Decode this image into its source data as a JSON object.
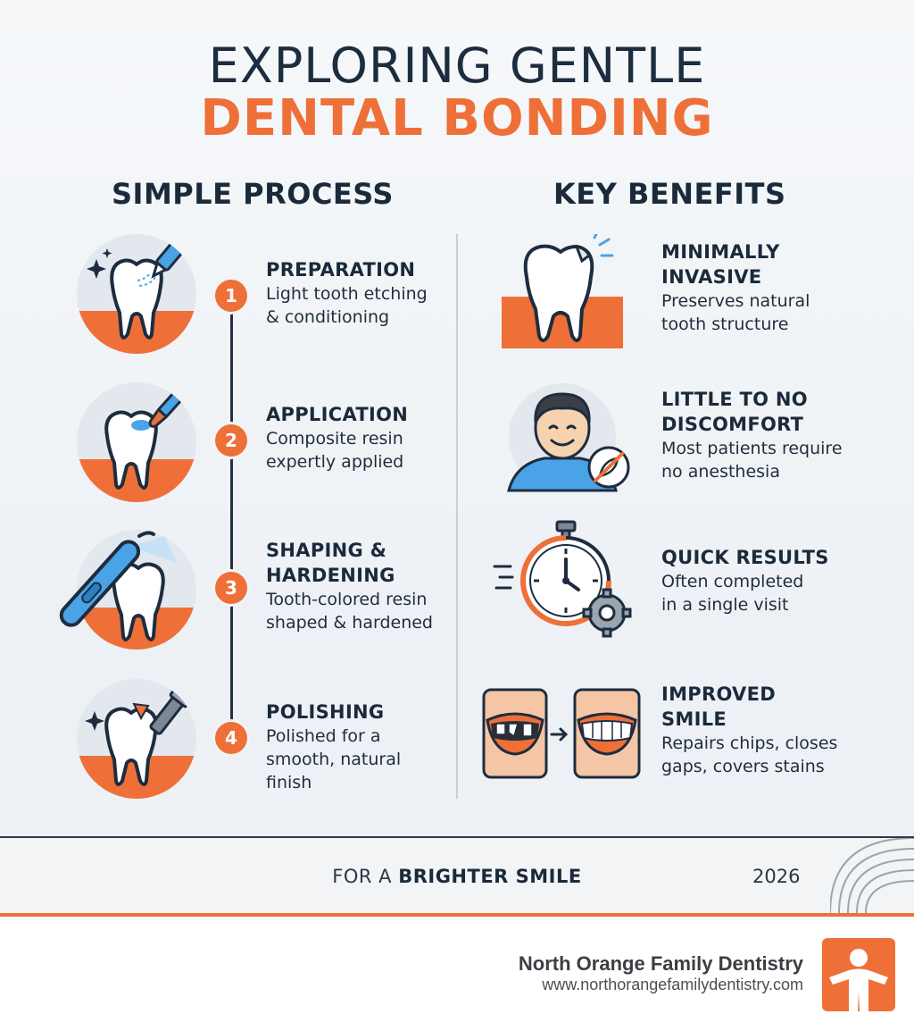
{
  "title": {
    "line1": "EXPLORING GENTLE",
    "line2": "DENTAL BONDING"
  },
  "process": {
    "heading": "SIMPLE PROCESS",
    "steps": [
      {
        "number": "1",
        "title_lines": [
          "PREPARATION"
        ],
        "desc_lines": [
          "Light tooth etching",
          "& conditioning"
        ],
        "icon": "tooth-etching-icon"
      },
      {
        "number": "2",
        "title_lines": [
          "APPLICATION"
        ],
        "desc_lines": [
          "Composite resin",
          "expertly applied"
        ],
        "icon": "resin-brush-icon"
      },
      {
        "number": "3",
        "title_lines": [
          "SHAPING &",
          "HARDENING"
        ],
        "desc_lines": [
          "Tooth-colored resin",
          "shaped & hardened"
        ],
        "icon": "curing-light-icon"
      },
      {
        "number": "4",
        "title_lines": [
          "POLISHING"
        ],
        "desc_lines": [
          "Polished for a",
          "smooth, natural",
          "finish"
        ],
        "icon": "polishing-tool-icon"
      }
    ]
  },
  "benefits": {
    "heading": "KEY BENEFITS",
    "items": [
      {
        "title_lines": [
          "MINIMALLY",
          "INVASIVE"
        ],
        "desc_lines": [
          "Preserves natural",
          "tooth structure"
        ],
        "icon": "chipped-tooth-icon"
      },
      {
        "title_lines": [
          "LITTLE TO NO",
          "DISCOMFORT"
        ],
        "desc_lines": [
          "Most patients require",
          "no anesthesia"
        ],
        "icon": "smiling-patient-icon"
      },
      {
        "title_lines": [
          "QUICK RESULTS"
        ],
        "desc_lines": [
          "Often completed",
          "in a single visit"
        ],
        "icon": "stopwatch-gear-icon"
      },
      {
        "title_lines": [
          "IMPROVED",
          "SMILE"
        ],
        "desc_lines": [
          "Repairs chips, closes",
          "gaps, covers stains"
        ],
        "icon": "before-after-smile-icon"
      }
    ]
  },
  "footer": {
    "tagline_prefix": "FOR A ",
    "tagline_bold": "BRIGHTER SMILE",
    "year": "2026"
  },
  "clinic": {
    "name": "North Orange Family Dentistry",
    "url": "www.northorangefamilydentistry.com",
    "logo_icon": "person-logo-icon"
  },
  "colors": {
    "accent": "#ee7038",
    "navy": "#1b2a3a",
    "blue": "#4aa3e6"
  }
}
